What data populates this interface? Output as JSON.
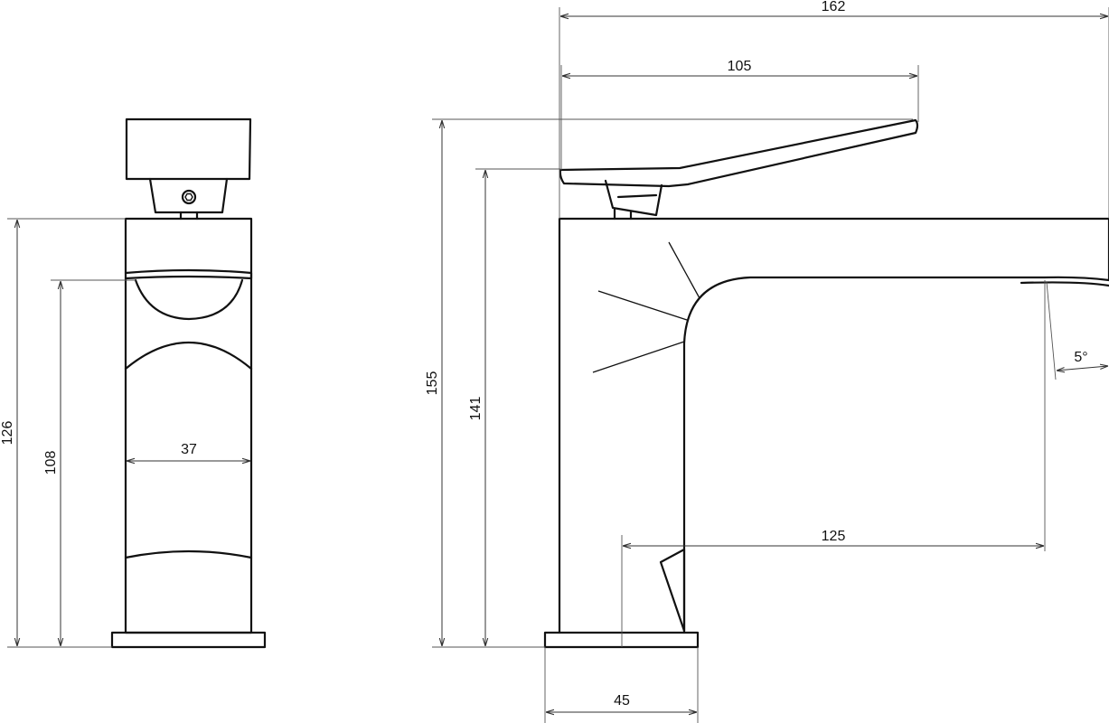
{
  "dimensions": {
    "front_height_total": "126",
    "front_body_height": "108",
    "front_body_width": "37",
    "side_total_length": "162",
    "side_handle_length": "105",
    "side_total_height": "155",
    "side_body_height": "141",
    "side_spout_reach": "125",
    "side_spout_angle": "5°",
    "side_base_width": "45"
  },
  "colors": {
    "line": "#111111",
    "dimension_line": "#333333",
    "background": "#ffffff"
  }
}
